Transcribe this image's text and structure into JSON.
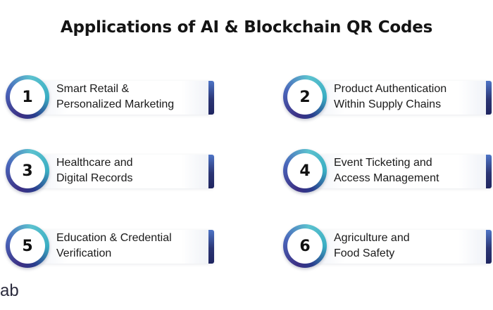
{
  "title": "Applications of AI & Blockchain QR Codes",
  "items": [
    {
      "number": "1",
      "line1": "Smart Retail &",
      "line2": "Personalized Marketing"
    },
    {
      "number": "2",
      "line1": "Product Authentication",
      "line2": "Within Supply Chains"
    },
    {
      "number": "3",
      "line1": "Healthcare and",
      "line2": "Digital Records"
    },
    {
      "number": "4",
      "line1": "Event Ticketing and",
      "line2": "Access Management"
    },
    {
      "number": "5",
      "line1": "Education & Credential",
      "line2": "Verification"
    },
    {
      "number": "6",
      "line1": "Agriculture and",
      "line2": "Food Safety"
    }
  ],
  "watermark": "ab",
  "colors": {
    "ring_teal": "#5cc2cf",
    "ring_indigo": "#3c2f83",
    "bar_navy": "#2b3574",
    "bar_blue": "#4e74c6"
  }
}
